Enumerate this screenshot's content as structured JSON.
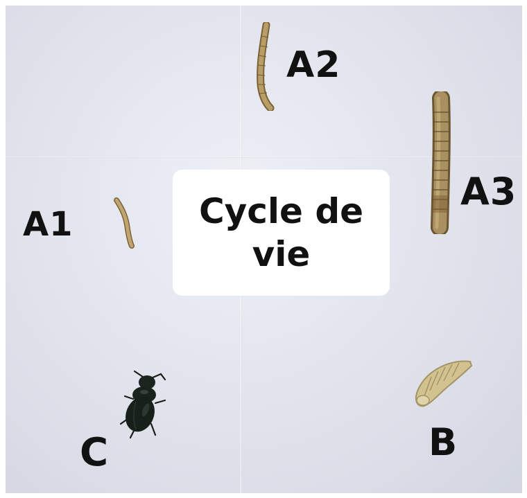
{
  "title": "Cycle de vie",
  "labels": {
    "a1": "A1",
    "a2": "A2",
    "a3": "A3",
    "b": "B",
    "c": "C"
  },
  "colors": {
    "background": "#e3e5ee",
    "larva": "#b89d66",
    "larva_dark": "#7a6238",
    "pupa": "#d2c28f",
    "beetle": "#1a221c"
  }
}
